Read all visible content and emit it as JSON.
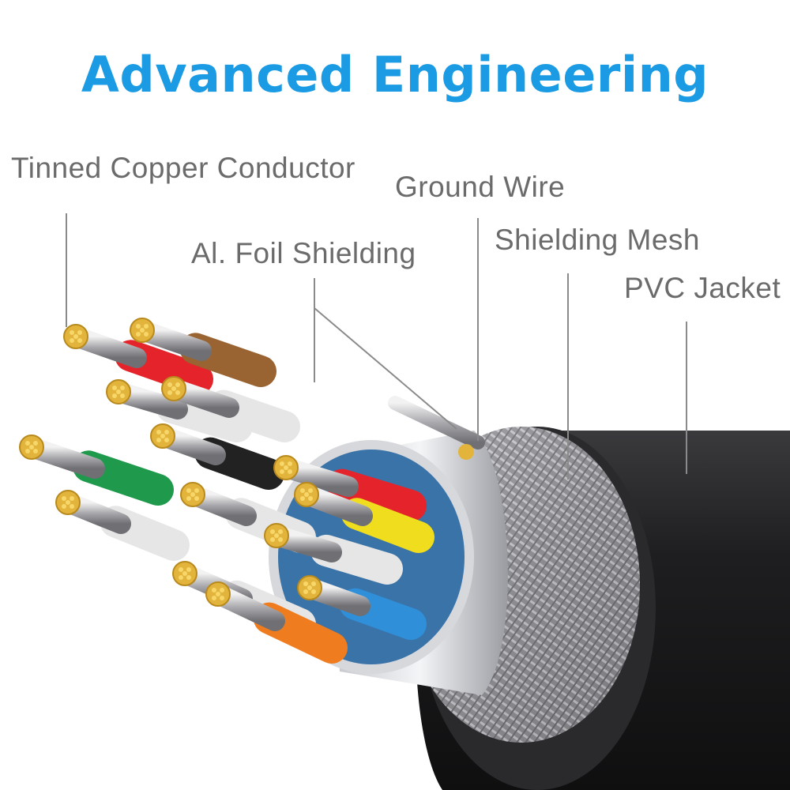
{
  "title": "Advanced Engineering",
  "labels": {
    "conductor": "Tinned Copper Conductor",
    "ground_wire": "Ground Wire",
    "foil": "Al. Foil Shielding",
    "mesh": "Shielding Mesh",
    "jacket": "PVC Jacket"
  },
  "colors": {
    "title": "#1a9be3",
    "label": "#6b6b6b",
    "jacket": "#1e1e20",
    "copper": "#e3b43c"
  },
  "wires": [
    {
      "name": "red",
      "color": "#e4242a"
    },
    {
      "name": "brown",
      "color": "#9a6432"
    },
    {
      "name": "green",
      "color": "#1f9a4c"
    },
    {
      "name": "yellow",
      "color": "#f0de1e"
    },
    {
      "name": "orange",
      "color": "#ef7d1f"
    },
    {
      "name": "blue",
      "color": "#2f8fd8"
    },
    {
      "name": "black",
      "color": "#222222"
    },
    {
      "name": "white",
      "color": "#e6e6e6"
    }
  ]
}
